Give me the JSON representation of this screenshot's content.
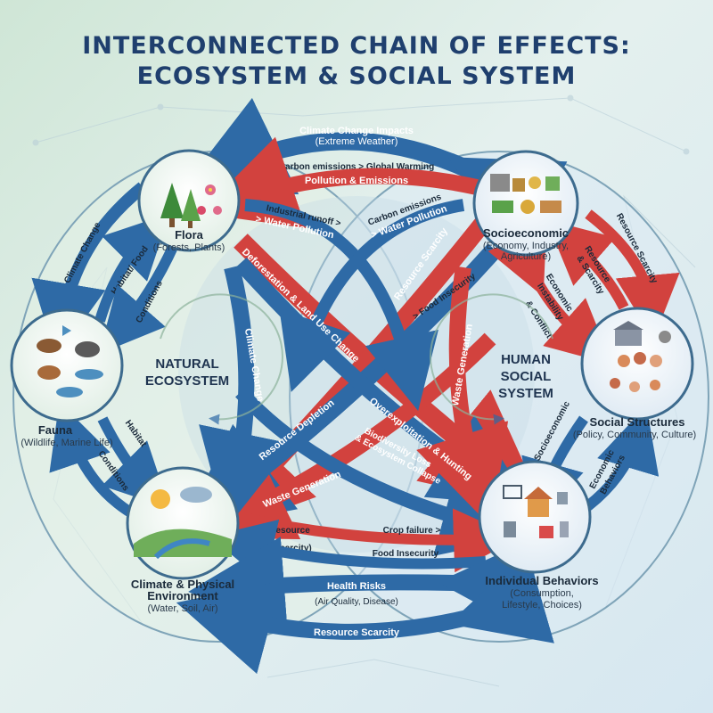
{
  "title": {
    "line1": "INTERCONNECTED CHAIN OF EFFECTS:",
    "line2": "ECOSYSTEM & SOCIAL SYSTEM"
  },
  "systems": {
    "natural": [
      "NATURAL",
      "ECOSYSTEM"
    ],
    "human": [
      "HUMAN",
      "SOCIAL",
      "SYSTEM"
    ]
  },
  "nodes": {
    "flora": {
      "title": "Flora",
      "sub": "(Forests, Plants)"
    },
    "fauna": {
      "title": "Fauna",
      "sub": "(Wildlife, Marine Life)"
    },
    "climate": {
      "title": "Climate & Physical",
      "title2": "Environment",
      "sub": "(Water, Soil, Air)"
    },
    "socio": {
      "title": "Socioeconomic",
      "sub": "(Economy, Industry,",
      "sub2": "Agriculture)"
    },
    "social": {
      "title": "Social Structures",
      "sub": "(Policy, Community, Culture)"
    },
    "individual": {
      "title": "Individual Behaviors",
      "sub": "(Consumption,",
      "sub2": "Lifestyle, Choices)"
    }
  },
  "links": {
    "climate_impacts": "Climate Change Impacts",
    "climate_impacts_sub": "(Extreme Weather)",
    "carbon_global": "Carbon emissions > Global Warming",
    "pollution": "Pollution & Emissions",
    "industrial_runoff": "Industrial runoff >",
    "water_pollution_left": "> Water Pollution",
    "carbon_emissions": "Carbon emissions",
    "water_pollution_right": "> Water Pollution",
    "deforestation": "Deforestation & Land Use Change",
    "resource_scarcity_diag": "Resource Scarcity",
    "food_insecurity_diag": "> Food Insecurity",
    "climate_change_left": "Climate Change",
    "habitat_food": "Habitat/ Food",
    "conditions_upper": "Conditions",
    "climate_change_v": "Climate Change",
    "waste_generation_v": "Waste Generation",
    "resource_depletion": "Resource Depletion",
    "overexploitation": "Overexploitation & Hunting",
    "biodiversity": "Biodiversity Loss",
    "ecosystem_collapse": "& Ecosystem Collapse",
    "waste_generation_low": "Waste Generation",
    "habitat_lower": "Habitat",
    "conditions_lower": "Conditions",
    "resource_low": "Resource",
    "food_scarcity": "Food & Scarcity)",
    "crop_failure": "Crop failure >",
    "food_insecurity_low": "Food Insecurity",
    "health_risks": "Health Risks",
    "health_risks_sub": "(Air Quality, Disease)",
    "resource_scarcity_bottom": "Resource Scarcity",
    "resource_scarcity_right": "Resource Scarcity",
    "resource_scarcity_right2": "Resource",
    "resource_scarcity_right3": "& Scarcity",
    "economic_instability": "Economic",
    "economic_instability2": "Instability",
    "conflict": "& Conflict",
    "socioeconomic_v": "Socioeconomic",
    "economic_behaviors": "Economic",
    "economic_behaviors2": "Behaviors"
  },
  "colors": {
    "blue": "#2e6aa6",
    "red": "#d2423e",
    "title": "#1f3f6e",
    "circle_fill": "#eef5ef",
    "circle_stroke": "#3d6b8e"
  }
}
